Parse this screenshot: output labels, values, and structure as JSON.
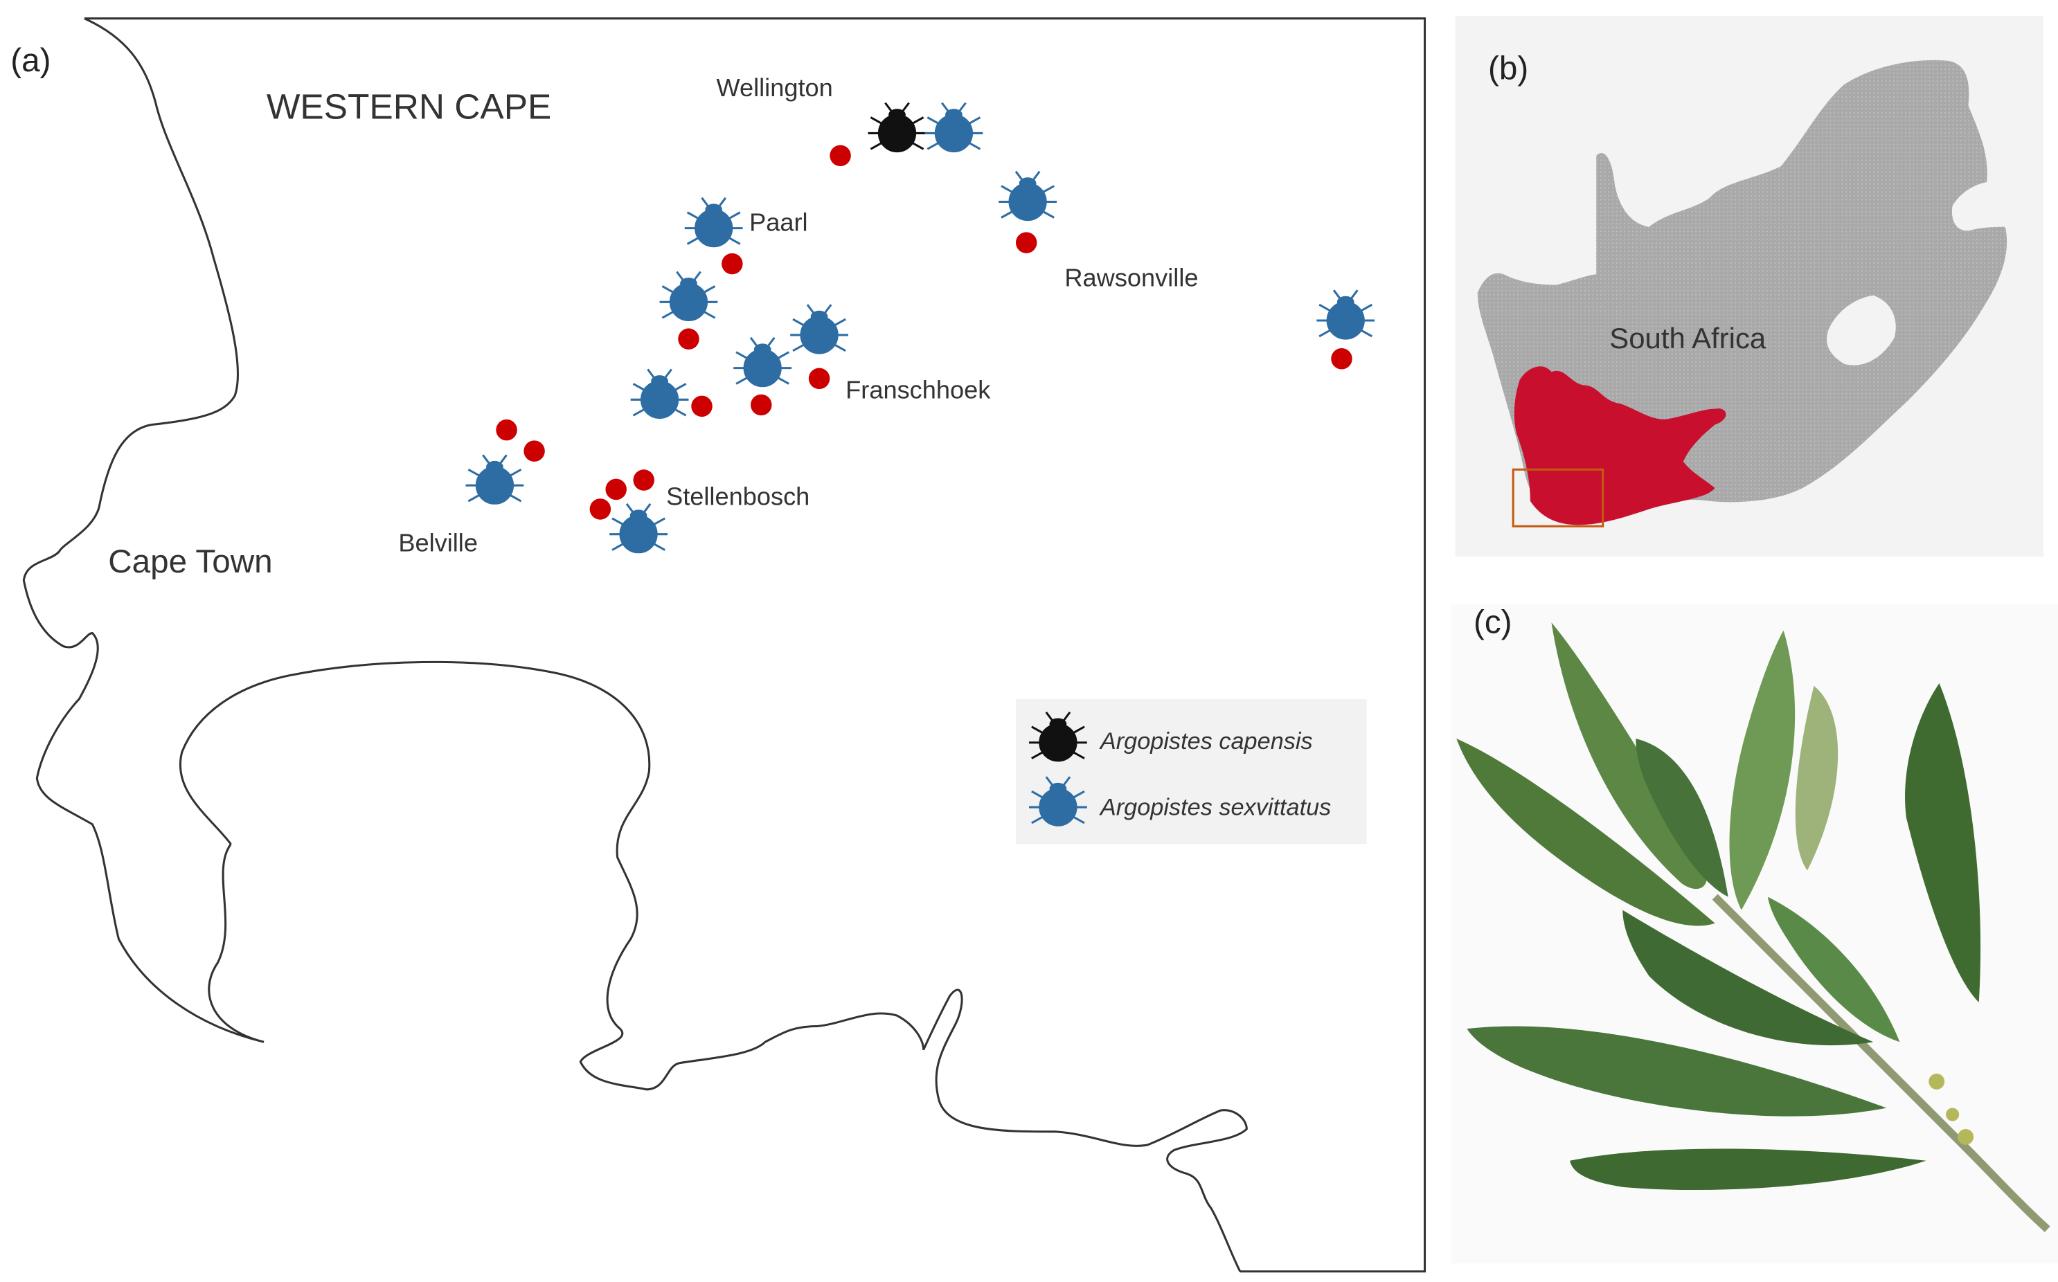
{
  "panels": {
    "a": {
      "panel_label": "(a)",
      "region_label": "WESTERN CAPE",
      "places": {
        "cape_town": "Cape Town",
        "wellington": "Wellington",
        "paarl": "Paarl",
        "rawsonville": "Rawsonville",
        "franschhoek": "Franschhoek",
        "stellenbosch": "Stellenbosch",
        "belville": "Belville"
      },
      "legend": {
        "items": [
          {
            "label": "Argopistes capensis",
            "icon": "black-beetle-icon",
            "color": "#111111"
          },
          {
            "label": "Argopistes sexvittatus",
            "icon": "blue-beetle-icon",
            "color": "#2e6da4"
          }
        ]
      },
      "collection_site_marker": {
        "icon": "red-dot-marker",
        "color": "#cc0000"
      }
    },
    "b": {
      "panel_label": "(b)",
      "country_label": "South Africa",
      "highlight": {
        "name": "Western Cape province",
        "color": "#c8102e"
      },
      "country_color": "#a6a6a6",
      "inset_box_color": "#c55a11"
    },
    "c": {
      "panel_label": "(c)",
      "photo": "olive-leaves-photo"
    }
  }
}
